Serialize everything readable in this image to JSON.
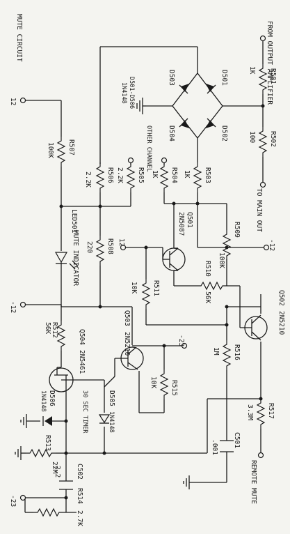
{
  "labels": {
    "title": "MUTE CIRCUIT",
    "from_output": "FROM OUTPUT AMPLIFIER",
    "to_main_out": "TO MAIN OUT",
    "other_channel": "OTHER CHANNEL",
    "mute_indicator": "MUTE INDICATOR",
    "timer": "30 SEC TIMER",
    "remote_mute": "REMOTE MUTE",
    "diodes_note_a": "D501-D506",
    "diodes_note_b": "1N4148"
  },
  "terminals": {
    "t1": "12",
    "t2": "-12",
    "t3": "12",
    "t4": "-12",
    "t5": "-23",
    "t6": "-23"
  },
  "components": {
    "R501": {
      "ref": "R501",
      "value": "1K"
    },
    "R502": {
      "ref": "R502",
      "value": "100"
    },
    "R503": {
      "ref": "R503",
      "value": "1K"
    },
    "R504": {
      "ref": "R504",
      "value": "1K"
    },
    "R505": {
      "ref": "R505",
      "value": "2.2K"
    },
    "R506": {
      "ref": "R506",
      "value": "2.2K"
    },
    "R507": {
      "ref": "R507",
      "value": "100K"
    },
    "R508": {
      "ref": "R508",
      "value": "220"
    },
    "R509": {
      "ref": "R509",
      "value": "100K"
    },
    "R510": {
      "ref": "R510",
      "value": "56K"
    },
    "R511": {
      "ref": "R511",
      "value": "10K"
    },
    "R512": {
      "ref": "R512",
      "value": "56K"
    },
    "R513": {
      "ref": "R513",
      "value": "22M"
    },
    "R514": {
      "ref": "R514",
      "value": "2.7K"
    },
    "R515": {
      "ref": "R515",
      "value": "10K"
    },
    "R516": {
      "ref": "R516",
      "value": "1M"
    },
    "R517": {
      "ref": "R517",
      "value": "3.3M"
    },
    "C501": {
      "ref": "C501",
      "value": ".001"
    },
    "C502": {
      "ref": "C502",
      "value": "2.2"
    },
    "D501": {
      "ref": "D501"
    },
    "D502": {
      "ref": "D502"
    },
    "D503": {
      "ref": "D503"
    },
    "D504": {
      "ref": "D504"
    },
    "D505": {
      "ref": "D505",
      "value": "1N4148"
    },
    "D506": {
      "ref": "D506",
      "value": "1N4148"
    },
    "Q501": {
      "ref": "Q501",
      "value": "2N5087"
    },
    "Q502": {
      "ref": "Q502",
      "value": "2N5210"
    },
    "Q503": {
      "ref": "Q503",
      "value": "2N5210"
    },
    "Q504": {
      "ref": "Q504",
      "value": "2N5461"
    },
    "LED501": {
      "ref": "LED501"
    }
  }
}
